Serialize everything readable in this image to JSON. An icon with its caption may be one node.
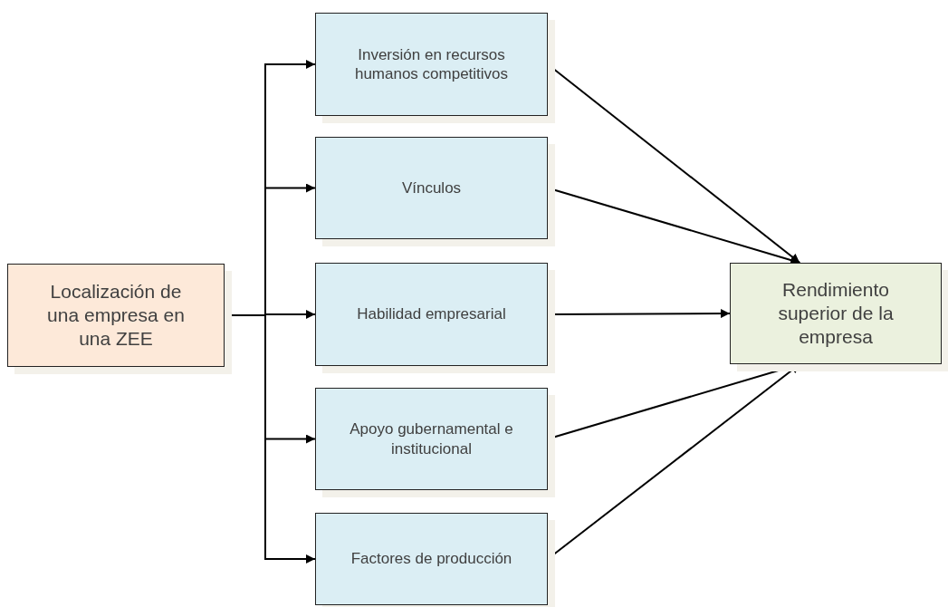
{
  "diagram": {
    "nodes": [
      {
        "text": [
          "Localización de una empresa en una ZEE"
        ]
      },
      {
        "text": [
          "Inversión en recursos humanos competitivos"
        ]
      },
      {
        "text": [
          "Vínculos"
        ]
      },
      {
        "text": [
          "Habilidad empresarial"
        ]
      },
      {
        "text": [
          "Apoyo gubernamental e institucional"
        ]
      },
      {
        "text": [
          "Factores de producción"
        ]
      },
      {
        "text": [
          "Rendimiento superior de la empresa"
        ]
      }
    ],
    "edges": [
      {
        "from": 0,
        "to": 1,
        "arrow": "to"
      },
      {
        "from": 0,
        "to": 2,
        "arrow": "to"
      },
      {
        "from": 0,
        "to": 3,
        "arrow": "to"
      },
      {
        "from": 0,
        "to": 4,
        "arrow": "to"
      },
      {
        "from": 0,
        "to": 5,
        "arrow": "to"
      },
      {
        "from": 1,
        "to": 6,
        "arrow": "to"
      },
      {
        "from": 2,
        "to": 6,
        "arrow": "to"
      },
      {
        "from": 3,
        "to": 6,
        "arrow": "to"
      },
      {
        "from": 4,
        "to": 6,
        "arrow": "to"
      },
      {
        "from": 5,
        "to": 6,
        "arrow": "to"
      }
    ]
  }
}
